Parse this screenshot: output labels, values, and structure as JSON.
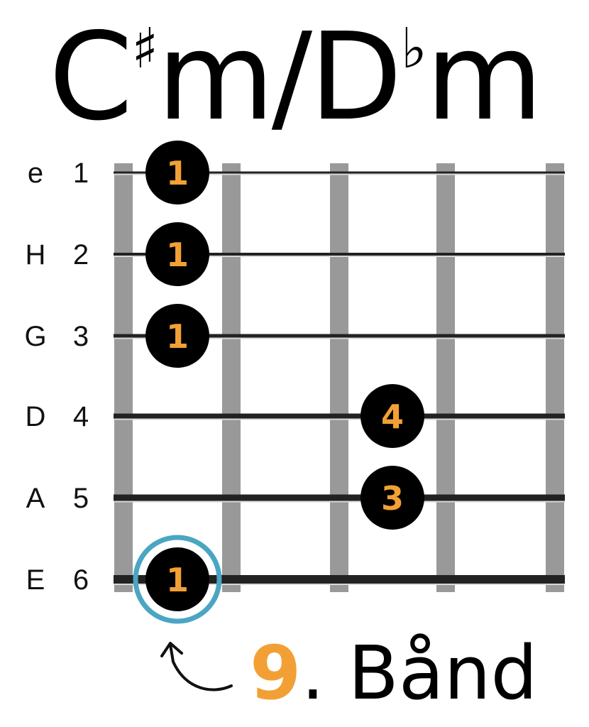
{
  "title": {
    "root": "C",
    "root_accidental": "♯",
    "root_quality": "m",
    "separator": "/",
    "alt": "D",
    "alt_accidental": "♭",
    "alt_quality": "m"
  },
  "strings": [
    {
      "letter": "e",
      "number": "1"
    },
    {
      "letter": "H",
      "number": "2"
    },
    {
      "letter": "G",
      "number": "3"
    },
    {
      "letter": "D",
      "number": "4"
    },
    {
      "letter": "A",
      "number": "5"
    },
    {
      "letter": "E",
      "number": "6"
    }
  ],
  "fingers": [
    {
      "string": 1,
      "fret": 1,
      "finger": "1",
      "root": false
    },
    {
      "string": 2,
      "fret": 1,
      "finger": "1",
      "root": false
    },
    {
      "string": 3,
      "fret": 1,
      "finger": "1",
      "root": false
    },
    {
      "string": 4,
      "fret": 3,
      "finger": "4",
      "root": false
    },
    {
      "string": 5,
      "fret": 3,
      "finger": "3",
      "root": false
    },
    {
      "string": 6,
      "fret": 1,
      "finger": "1",
      "root": true
    }
  ],
  "fret_caption": {
    "number": "9",
    "suffix": ". Bånd"
  },
  "colors": {
    "finger_fill": "#000000",
    "finger_text": "#f2a035",
    "root_ring": "#4aa6c2",
    "fret": "#999999",
    "string": "#222222"
  }
}
